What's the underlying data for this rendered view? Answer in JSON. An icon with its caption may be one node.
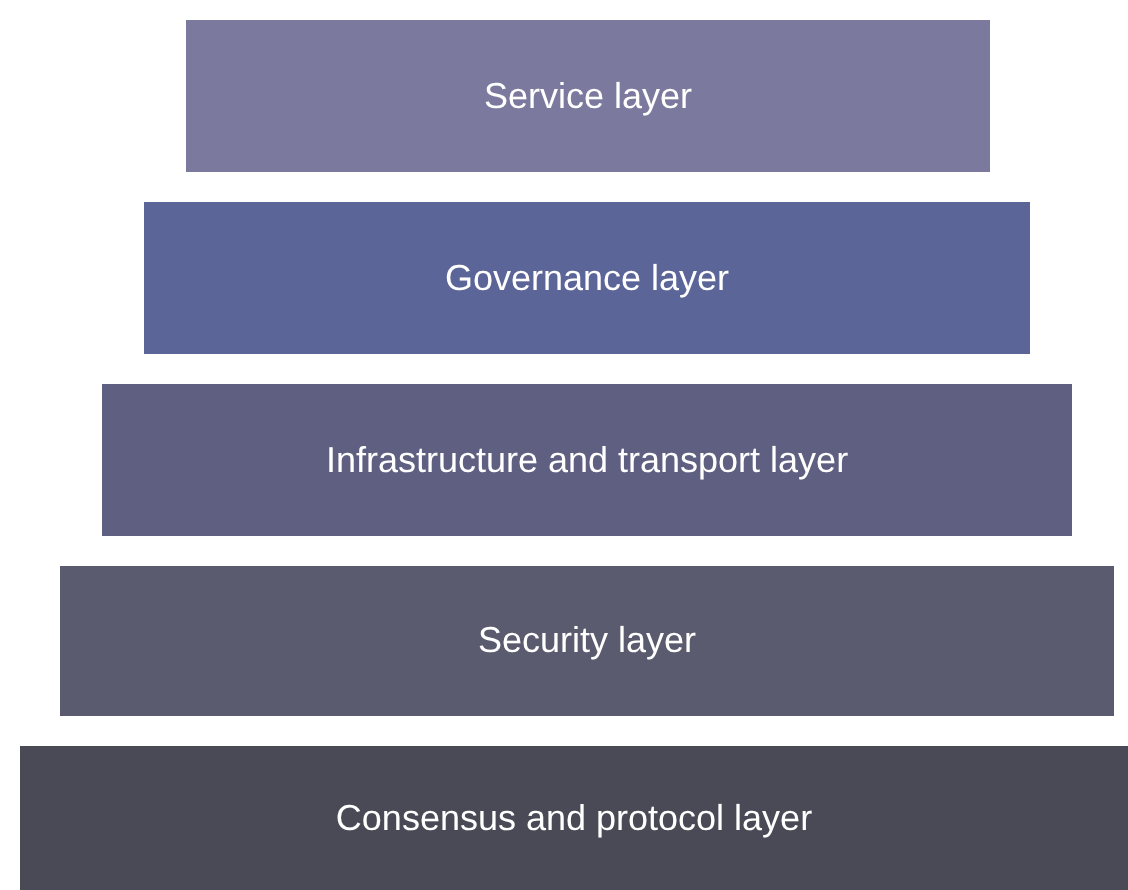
{
  "diagram": {
    "nodes": [
      {
        "text": [
          "Service layer"
        ]
      },
      {
        "text": [
          "Governance layer"
        ]
      },
      {
        "text": [
          "Infrastructure and transport layer"
        ]
      },
      {
        "text": [
          "Security layer"
        ]
      },
      {
        "text": [
          "Consensus and protocol layer"
        ]
      }
    ]
  }
}
